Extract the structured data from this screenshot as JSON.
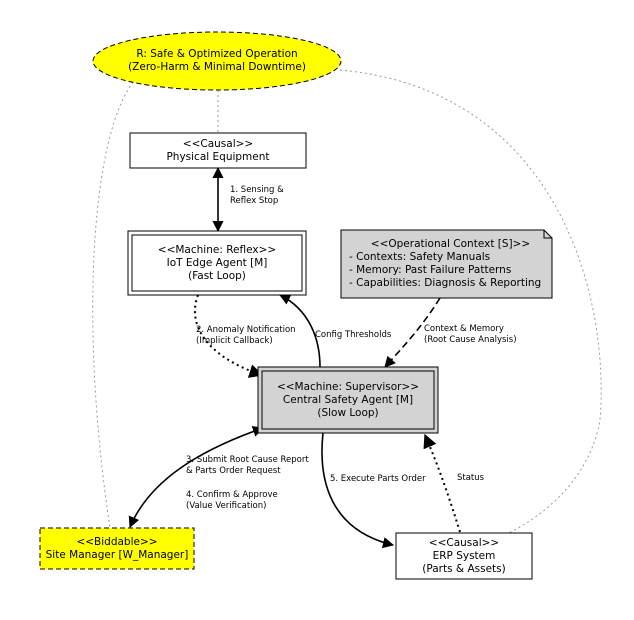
{
  "requirement": {
    "line1": "R: Safe & Optimized Operation",
    "line2": "(Zero-Harm & Minimal Downtime)",
    "fill": "#ffff00"
  },
  "physical_equipment": {
    "stereotype": "<<Causal>>",
    "name": "Physical Equipment"
  },
  "iot_edge_agent": {
    "stereotype": "<<Machine: Reflex>>",
    "name": "IoT Edge Agent [M]",
    "mode": "(Fast Loop)"
  },
  "operational_context": {
    "stereotype": "<<Operational Context [S]>>",
    "items": [
      "- Contexts: Safety Manuals",
      "- Memory: Past Failure Patterns",
      "- Capabilities: Diagnosis & Reporting"
    ],
    "fill": "#d3d3d3"
  },
  "central_safety_agent": {
    "stereotype": "<<Machine: Supervisor>>",
    "name": "Central Safety Agent [M]",
    "mode": "(Slow Loop)",
    "fill": "#d3d3d3"
  },
  "site_manager": {
    "stereotype": "<<Biddable>>",
    "name": "Site Manager [W_Manager]",
    "fill": "#ffff00"
  },
  "erp_system": {
    "stereotype": "<<Causal>>",
    "name": "ERP System",
    "detail": "(Parts & Assets)"
  },
  "edges": {
    "sensing": [
      "1. Sensing &",
      "Reflex Stop"
    ],
    "anomaly": [
      "2. Anomaly Notification",
      "(Implicit Callback)"
    ],
    "config": [
      "Config Thresholds"
    ],
    "context_memory": [
      "Context & Memory",
      "(Root Cause Analysis)"
    ],
    "submit": [
      "3. Submit Root Cause Report",
      "& Parts Order Request"
    ],
    "confirm": [
      "4. Confirm & Approve",
      "(Value Verification)"
    ],
    "execute": [
      "5. Execute Parts Order"
    ],
    "status": [
      "Status"
    ]
  }
}
